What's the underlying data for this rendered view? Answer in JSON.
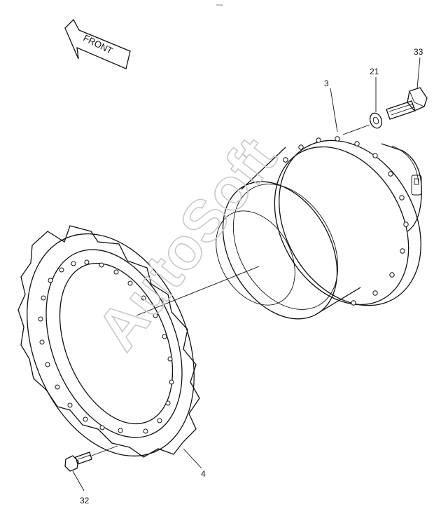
{
  "direction_arrow": {
    "label": "FRONT"
  },
  "watermark": {
    "text": "AutoSoft"
  },
  "top_mark": {
    "text": "⁷⁶ⁿⁿⁿ"
  },
  "callouts": {
    "part_3": "3",
    "part_4": "4",
    "part_21": "21",
    "part_32": "32",
    "part_33": "33"
  }
}
